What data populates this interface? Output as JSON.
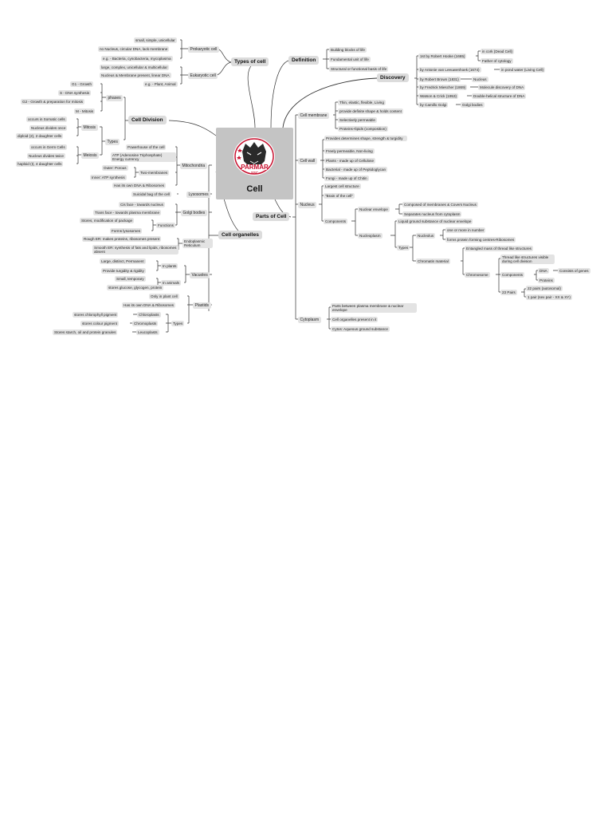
{
  "center": {
    "title": "Cell",
    "logo_text": "PARMAR",
    "logo_sub": "SSC"
  },
  "branches": {
    "types_of_cell": {
      "label": "Types of cell",
      "prokaryotic": {
        "label": "Prokaryotic cell",
        "items": [
          "small, simple, unicellular",
          "no Nucleus, circular DNA, lack membrane",
          "e.g. - Bacteria, cynobacteria, mycoplasma"
        ]
      },
      "eukaryotic": {
        "label": "Eukaryotic cell",
        "items": [
          "large, complex, unicellular & multicellular",
          "Nucleus & Membrane present, linear DNA",
          "e.g. - Plant, Animal"
        ]
      }
    },
    "cell_division": {
      "label": "Cell Division",
      "phases": {
        "label": "phases",
        "items": [
          "G1 - Growth",
          "S - DNA synthesis",
          "G2 - Growth & preparation for mitosis",
          "M - Mitosis"
        ]
      },
      "types": {
        "label": "Types",
        "mitosis": {
          "label": "Mitosis",
          "items": [
            "occurs in Somatic cells",
            "Nucleus divides once",
            "diploid (2), 2 daughter cells"
          ]
        },
        "meiosis": {
          "label": "Meiosis",
          "items": [
            "occurs in Germ Cells",
            "Nucleus divides twice",
            "haploid (I), 4 daughter cells"
          ]
        }
      }
    },
    "cell_organelles": {
      "label": "Cell organelles",
      "mitochondria": {
        "label": "Mitochondria",
        "powerhouse": "Powerhouse of the cell",
        "atp": "ATP (Adenosine Triphosphate) Energy currency",
        "two_membranes": "Two-membranes",
        "outer": "Outer: Porous",
        "inner": "Inner: ATP synthesis",
        "dna": "Has its own DNA & Ribosomes"
      },
      "lysosomes": {
        "label": "Lysosomes",
        "item": "Suicidal bag of the cell"
      },
      "golgi": {
        "label": "Golgi bodies",
        "cis": "Cis face - towards nucleus",
        "trans": "Trans face - towards plasma membrane",
        "functions": "Functions",
        "f1": "Stores, modification of package",
        "f2": "Forms lysosomes"
      },
      "er": {
        "label": "Endoplasmic Reticulum",
        "rough": "Rough ER: makes proteins, ribosomes present",
        "smooth": "Smooth ER: synthesis of fats and lipids, ribosomes absent"
      },
      "vacuoles": {
        "label": "Vacuoles",
        "plants": "In plants",
        "animals": "In animals",
        "p1": "Large, distinct, Permanent",
        "p2": "Provide turgidity & rigidity",
        "a1": "Small, temporary",
        "a2": "stores glucose, glycogen, protein"
      },
      "plastids": {
        "label": "Plastids",
        "only": "Only in plant cell",
        "dna": "Has its own DNA & Ribosomes",
        "types": "Types",
        "chloro": "Chloroplasts",
        "chromo": "Chromoplasts",
        "leuco": "Leucoplasts",
        "chloro_d": "stores chlorophyll pigment",
        "chromo_d": "stores colour pigment",
        "leuco_d": "Stores starch, oil and protein granules"
      }
    },
    "definition": {
      "label": "Definition",
      "items": [
        "Building blocks of life",
        "Fundamental unit of life",
        "Structural or functional basis of life"
      ]
    },
    "discovery": {
      "label": "Discovery",
      "hooke": "1st by Robert Hooke (1665)",
      "hooke_a": "in cork (Dead Cell)",
      "hooke_b": "Father of cytology",
      "leeuwenhoek": "by Antonie van Leeuwenhoek (1674)",
      "leeuwenhoek_d": "in pond water (Living Cell)",
      "brown": "by Robert Brown (1831)",
      "brown_d": "Nucleus",
      "miescher": "by Fredrick Miescher (1869)",
      "miescher_d": "Molecule discovery of DNA",
      "watson": "Watson & Crick (1953)",
      "watson_d": "Double-helical structure of DNA",
      "golgi": "by Camillo Golgi",
      "golgi_d": "Golgi bodies"
    },
    "parts_of_cell": {
      "label": "Parts of Cell",
      "membrane": {
        "label": "Cell membrane",
        "items": [
          "Thin, elastic, flexible, Living",
          "provide definite shape & holds content",
          "Selectively permeable",
          "Proteins+lipids (composition)"
        ]
      },
      "wall": {
        "label": "Cell wall",
        "items": [
          "Provides determines shape, strength & turgidity",
          "Freely permeable, Non-living",
          "Plants - made up of Cellulose",
          "Bacterial - made up of Peptidoglycan",
          "Fungi - made up of Chitin"
        ]
      },
      "nucleus": {
        "label": "Nucleus",
        "largest": "Largest cell structure",
        "brain": "\"Brain of the cell\"",
        "components": "Components",
        "envelope": "Nuclear envelope",
        "env_1": "Composed of membranes & Covers Nucleus",
        "env_2": "Separates nucleus from cytoplasm",
        "nucleoplasm": "Nucleoplasm",
        "np_desc": "Liquid ground substance of nuclear envelope",
        "types": "Types",
        "nucleolus": "Nucleolus",
        "nl_1": "one or more in number",
        "nl_2": "forms protein forming centres-Ribosomes",
        "chromatin": "Chromatin material",
        "ch_desc": "Entangled mass of thread like structures",
        "chromosome": "Chromosome",
        "cs_desc": "Thread like structures visible during cell division",
        "cs_components": "Components",
        "dna": "DNA",
        "genes": "Consists of genes",
        "proteins": "Proteins",
        "pairs": "23 Pairs",
        "p1": "22 pairs (autosomal)",
        "p2": "1 pair (sex pair - XX & XY)"
      },
      "cytoplasm": {
        "label": "Cytoplasm",
        "items": [
          "Parts between plasma membrane & nuclear envelope",
          "Cell organelles present in it",
          "Cytos: Aqueous ground substance"
        ]
      }
    }
  },
  "colors": {
    "node": "#e3e3e3",
    "line": "#333333",
    "center_bg": "#c4c4c4",
    "logo_red": "#c8102e"
  },
  "icons": {
    "logo": "bear-head-emblem-icon"
  }
}
